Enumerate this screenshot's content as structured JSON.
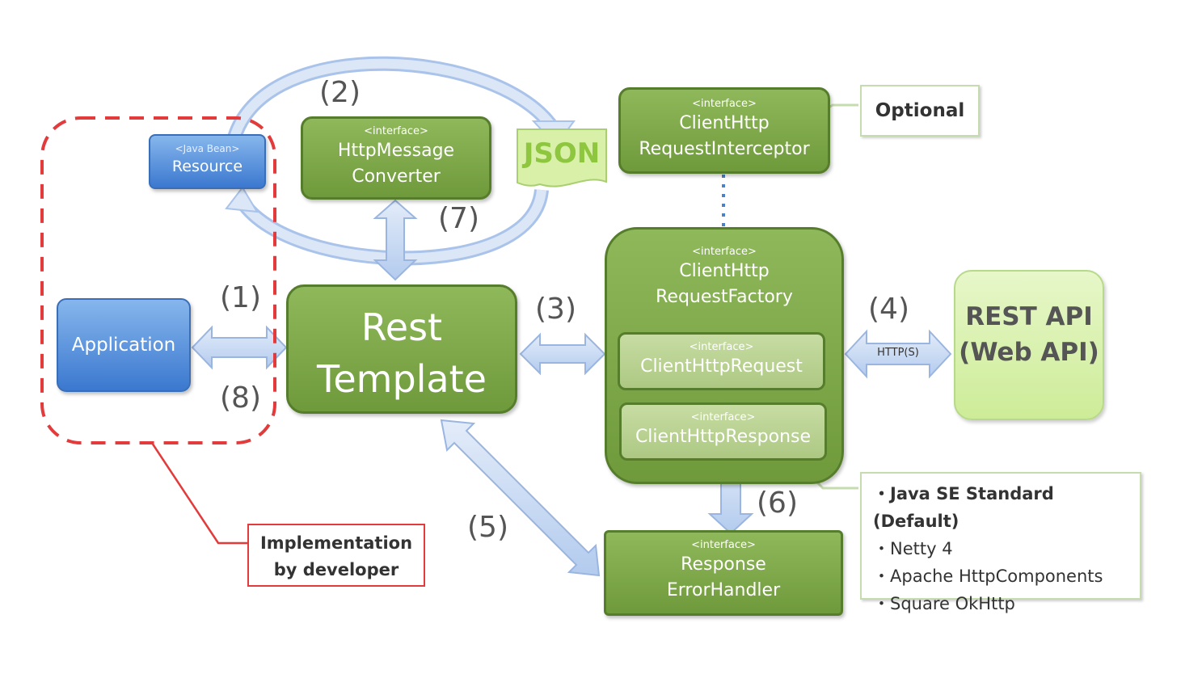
{
  "resource": {
    "stereotype": "<Java Bean>",
    "name": "Resource"
  },
  "converter": {
    "stereotype": "<interface>",
    "line1": "HttpMessage",
    "line2": "Converter"
  },
  "json_doc": {
    "label": "JSON"
  },
  "interceptor": {
    "stereotype": "<interface>",
    "line1": "ClientHttp",
    "line2": "RequestInterceptor"
  },
  "optional_note": {
    "label": "Optional"
  },
  "application": {
    "label": "Application"
  },
  "rest_template": {
    "line1": "Rest",
    "line2": "Template"
  },
  "factory": {
    "stereotype": "<interface>",
    "line1": "ClientHttp",
    "line2": "RequestFactory",
    "request": {
      "stereotype": "<interface>",
      "name": "ClientHttpRequest"
    },
    "response": {
      "stereotype": "<interface>",
      "name": "ClientHttpResponse"
    }
  },
  "rest_api": {
    "line1": "REST API",
    "line2": "(Web API)"
  },
  "http_label": "HTTP(S)",
  "error_handler": {
    "stereotype": "<interface>",
    "line1": "Response",
    "line2": "ErrorHandler"
  },
  "impl_note": {
    "line1": "Implementation",
    "line2": "by developer"
  },
  "implementations": [
    "・Java SE Standard (Default)",
    "・Netty 4",
    "・Apache HttpComponents",
    "・Square OkHttp"
  ],
  "steps": [
    "(1)",
    "(2)",
    "(3)",
    "(4)",
    "(5)",
    "(6)",
    "(7)",
    "(8)"
  ],
  "colors": {
    "green": "#79a446",
    "light_green": "#d6efb0",
    "blue": "#4f8ad9",
    "arrow": "#c6d9f2",
    "red_dashed": "#e33b3b"
  }
}
